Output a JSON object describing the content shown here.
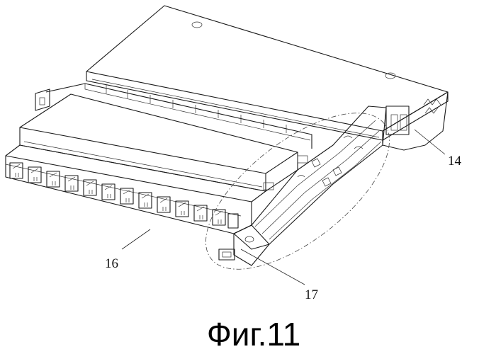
{
  "figure": {
    "caption": "Фиг.11",
    "callouts": [
      {
        "id": "callout-14",
        "text": "14"
      },
      {
        "id": "callout-16",
        "text": "16"
      },
      {
        "id": "callout-17",
        "text": "17"
      }
    ]
  }
}
